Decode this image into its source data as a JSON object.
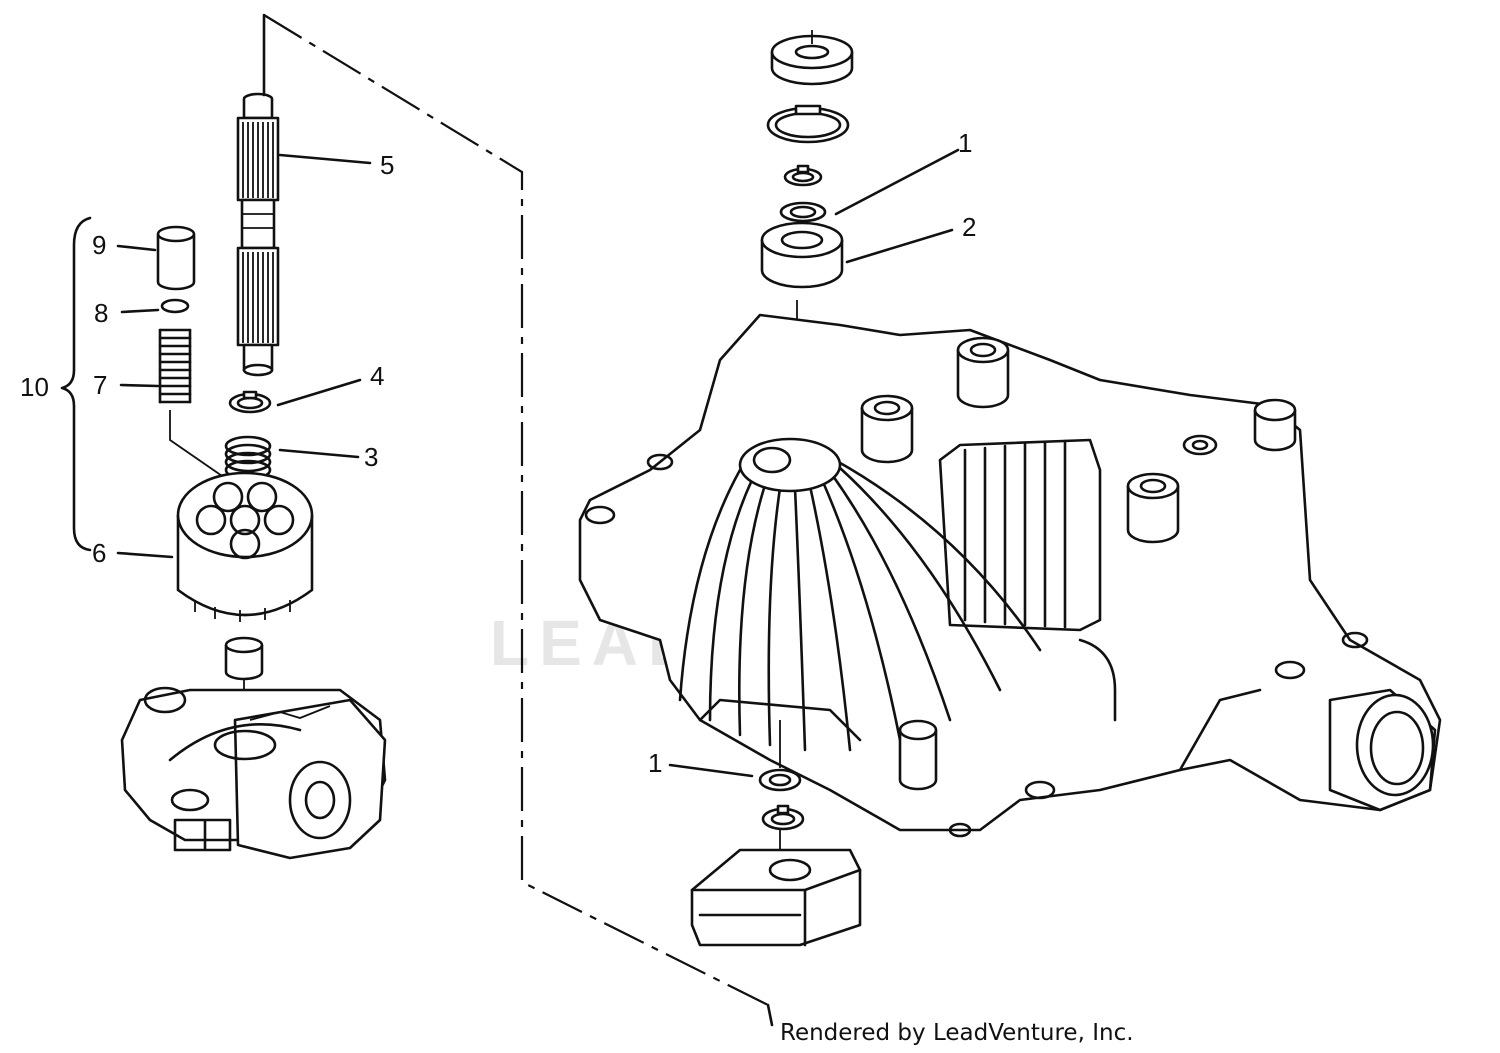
{
  "watermark": "LEADVENTURE",
  "credit": "Rendered by LeadVenture, Inc.",
  "callouts": [
    {
      "id": "c1a",
      "label": "1"
    },
    {
      "id": "c2",
      "label": "2"
    },
    {
      "id": "c1b",
      "label": "1"
    },
    {
      "id": "c3",
      "label": "3"
    },
    {
      "id": "c4",
      "label": "4"
    },
    {
      "id": "c5",
      "label": "5"
    },
    {
      "id": "c6",
      "label": "6"
    },
    {
      "id": "c7",
      "label": "7"
    },
    {
      "id": "c8",
      "label": "8"
    },
    {
      "id": "c9",
      "label": "9"
    },
    {
      "id": "c10",
      "label": "10"
    }
  ]
}
